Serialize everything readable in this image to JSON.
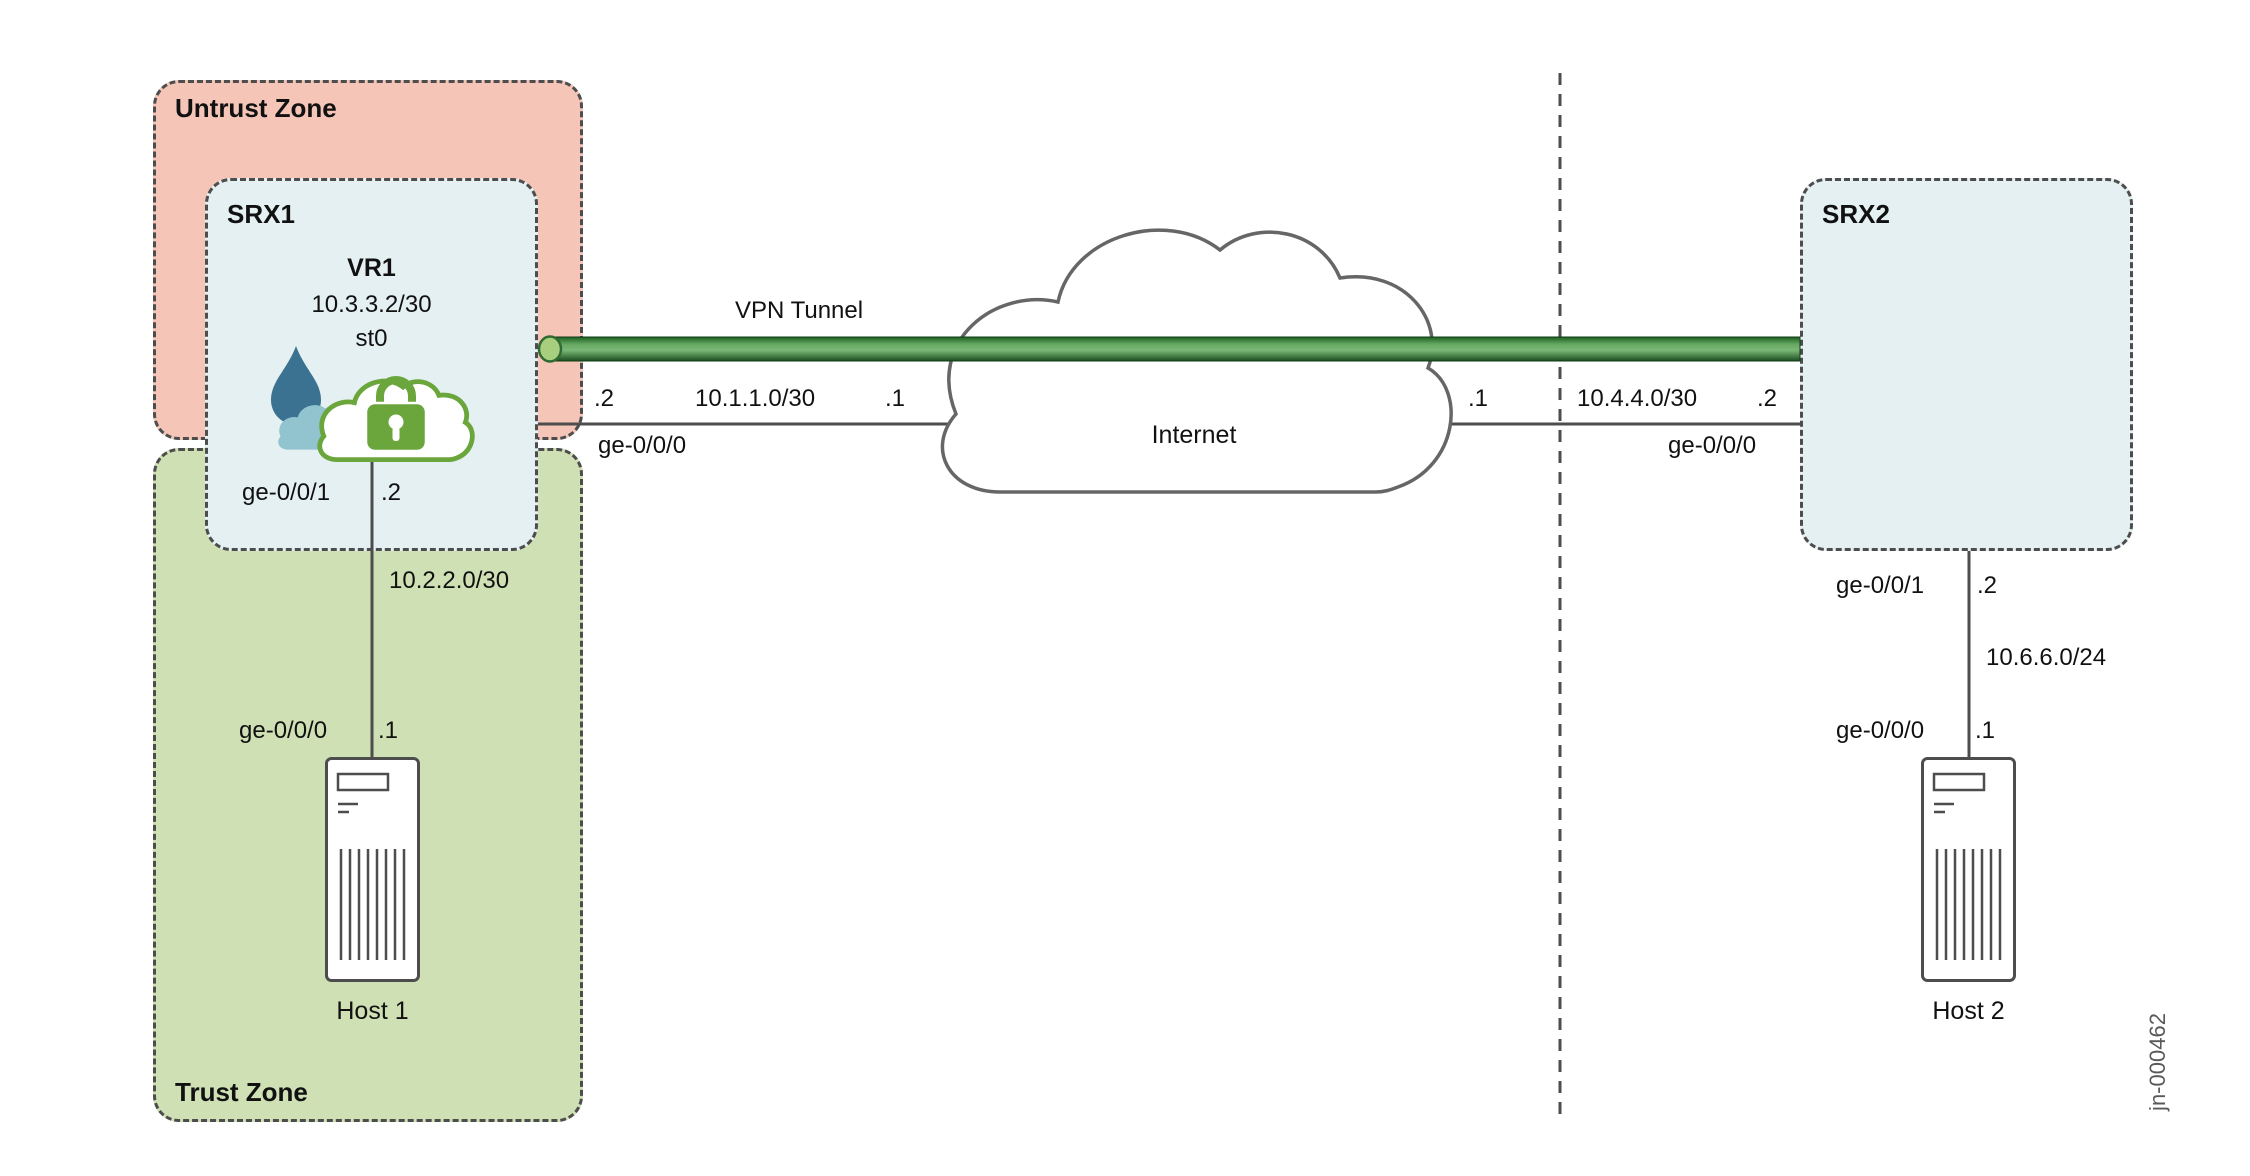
{
  "diagram": {
    "figure_number": "jn-000462",
    "zones": {
      "untrust": {
        "label": "Untrust Zone"
      },
      "trust": {
        "label": "Trust Zone"
      }
    },
    "devices": {
      "srx1": {
        "name": "SRX1",
        "router": {
          "name": "VR1",
          "ip": "10.3.3.2/30",
          "interface": "st0"
        }
      },
      "srx2": {
        "name": "SRX2"
      },
      "internet": {
        "name": "Internet"
      },
      "host1": {
        "name": "Host 1"
      },
      "host2": {
        "name": "Host 2"
      }
    },
    "vpn_tunnel": {
      "label": "VPN Tunnel"
    },
    "links": {
      "srx1_internet": {
        "interface": "ge-0/0/0",
        "srx_addr": ".2",
        "subnet": "10.1.1.0/30",
        "internet_addr": ".1"
      },
      "srx2_internet": {
        "interface": "ge-0/0/0",
        "srx_addr": ".2",
        "subnet": "10.4.4.0/30",
        "internet_addr": ".1"
      },
      "srx1_host1": {
        "srx_interface": "ge-0/0/1",
        "srx_addr": ".2",
        "subnet": "10.2.2.0/30",
        "host_interface": "ge-0/0/0",
        "host_addr": ".1"
      },
      "srx2_host2": {
        "srx_interface": "ge-0/0/1",
        "srx_addr": ".2",
        "subnet": "10.6.6.0/24",
        "host_interface": "ge-0/0/0",
        "host_addr": ".1"
      }
    },
    "colors": {
      "untrust_fill": "#f5c5b8",
      "trust_fill": "#cfe0b4",
      "device_fill": "#e5f0f2",
      "tunnel_green": "#2e7d32",
      "icon_green": "#6aa63c",
      "line_gray": "#4d4d4d"
    }
  }
}
